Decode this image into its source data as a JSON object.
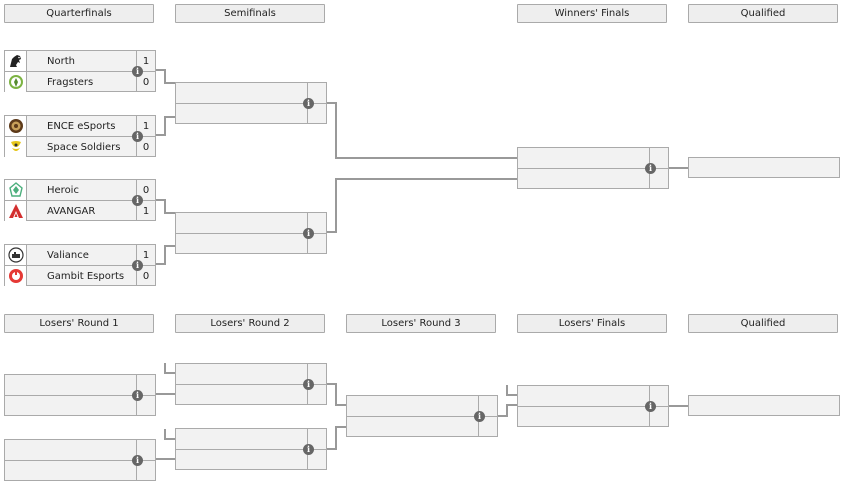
{
  "headers_top": [
    "Quarterfinals",
    "Semifinals",
    "Winners' Finals",
    "Qualified"
  ],
  "headers_bottom": [
    "Losers' Round 1",
    "Losers' Round 2",
    "Losers' Round 3",
    "Losers' Finals",
    "Qualified"
  ],
  "quarterfinals": [
    {
      "team1": "North",
      "score1": "1",
      "team2": "Fragsters",
      "score2": "0"
    },
    {
      "team1": "ENCE eSports",
      "score1": "1",
      "team2": "Space Soldiers",
      "score2": "0"
    },
    {
      "team1": "Heroic",
      "score1": "0",
      "team2": "AVANGAR",
      "score2": "1"
    },
    {
      "team1": "Valiance",
      "score1": "1",
      "team2": "Gambit Esports",
      "score2": "0"
    }
  ],
  "info_glyph": "i",
  "icons": {
    "north": "north-logo-icon",
    "fragsters": "fragsters-logo-icon",
    "ence": "ence-logo-icon",
    "space_soldiers": "space-soldiers-logo-icon",
    "heroic": "heroic-logo-icon",
    "avangar": "avangar-logo-icon",
    "valiance": "valiance-logo-icon",
    "gambit": "gambit-logo-icon",
    "info": "info-icon"
  },
  "colors": {
    "box_bg": "#f2f2f2",
    "border": "#aaaaaa",
    "connector": "#999999",
    "info_bg": "#666666"
  }
}
